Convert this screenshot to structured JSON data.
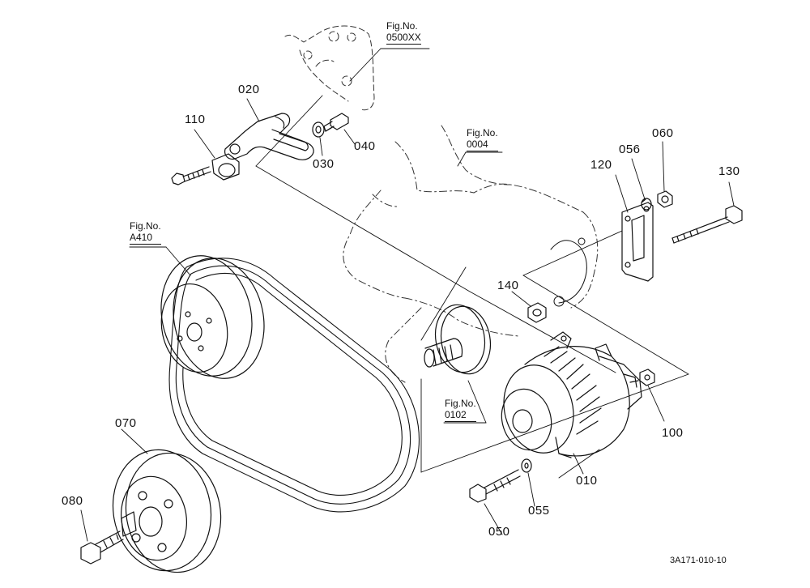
{
  "parts": {
    "p010": "010",
    "p020": "020",
    "p030": "030",
    "p040": "040",
    "p050": "050",
    "p055": "055",
    "p056": "056",
    "p060": "060",
    "p070": "070",
    "p080": "080",
    "p100": "100",
    "p110": "110",
    "p120": "120",
    "p130": "130",
    "p140": "140"
  },
  "figrefs": {
    "f1": {
      "label": "Fig.No.",
      "number": "0500XX"
    },
    "f2": {
      "label": "Fig.No.",
      "number": "0004"
    },
    "f3": {
      "label": "Fig.No.",
      "number": "A410"
    },
    "f4": {
      "label": "Fig.No.",
      "number": "0102"
    }
  },
  "diagram_code": "3A171-010-10"
}
